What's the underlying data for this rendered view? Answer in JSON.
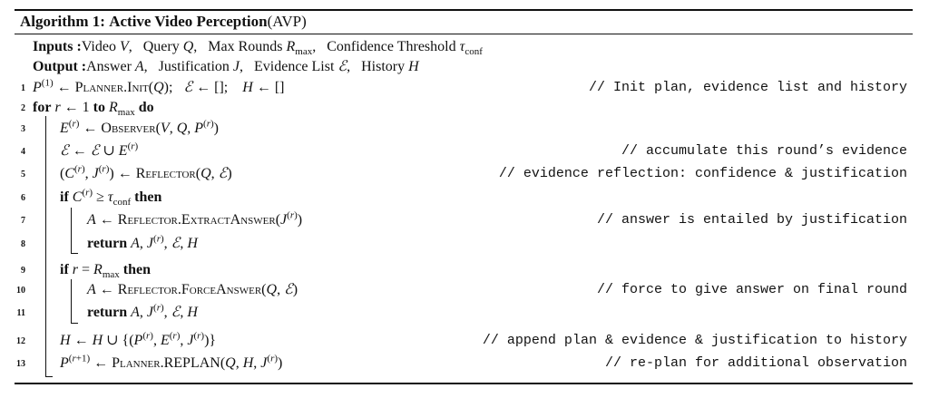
{
  "algorithm": {
    "caption_label": "Algorithm 1:",
    "caption_title": "Active Video Perception",
    "caption_abbrev": "(AVP)"
  },
  "header": {
    "inputs_label": "Inputs :",
    "inputs_text": "Video V,    Query Q,    Max Rounds R_max,    Confidence Threshold τ_conf",
    "output_label": "Output :",
    "output_text": "Answer A,    Justification J,    Evidence List ℰ,    History H"
  },
  "lines": [
    {
      "num": "1",
      "code": "P(1) ← PLANNER.INIT(Q);   ℰ ← [];    H ← []",
      "comment": "// Init plan, evidence list and history"
    },
    {
      "num": "2",
      "code": "for r ← 1 to Rmax do",
      "comment": ""
    },
    {
      "num": "3",
      "code": "E(r) ← OBSERVER(V, Q, P(r))",
      "comment": ""
    },
    {
      "num": "4",
      "code": "ℰ ← ℰ ∪ E(r)",
      "comment": "// accumulate this round’s evidence"
    },
    {
      "num": "5",
      "code": "(C(r), J(r)) ← REFLECTOR(Q, ℰ)",
      "comment": "// evidence reflection: confidence & justification"
    },
    {
      "num": "6",
      "code": "if C(r) ≥ τconf then",
      "comment": ""
    },
    {
      "num": "7",
      "code": "A ← REFLECTOR.EXTRACTANSWER(J(r))",
      "comment": "// answer is entailed by justification"
    },
    {
      "num": "8",
      "code": "return A, J(r), ℰ, H",
      "comment": ""
    },
    {
      "num": "9",
      "code": "if r = Rmax then",
      "comment": ""
    },
    {
      "num": "10",
      "code": "A ← REFLECTOR.FORCEANSWER(Q, ℰ)",
      "comment": "// force to give answer on final round"
    },
    {
      "num": "11",
      "code": "return A, J(r), ℰ, H",
      "comment": ""
    },
    {
      "num": "12",
      "code": "H ← H ∪ {(P(r), E(r), J(r))}",
      "comment": "// append plan & evidence & justification to history"
    },
    {
      "num": "13",
      "code": "P(r+1) ← PLANNER.REPLAN(Q, H, J(r))",
      "comment": "// re-plan for additional observation"
    }
  ]
}
